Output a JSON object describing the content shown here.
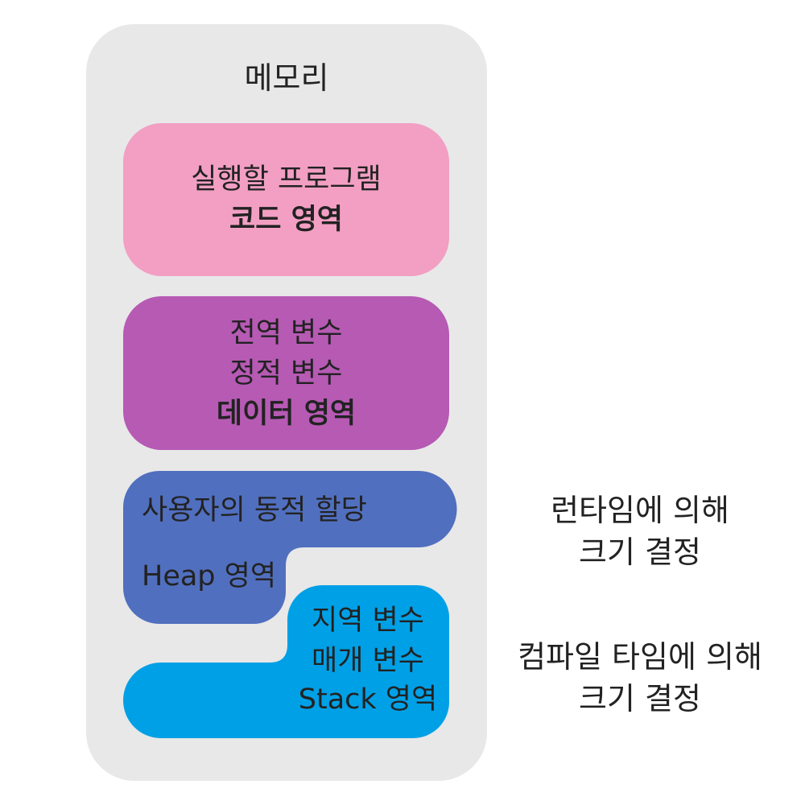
{
  "memory": {
    "title": "메모리"
  },
  "code": {
    "line1": "실행할 프로그램",
    "line2": "코드 영역",
    "color": "#f29fc3"
  },
  "data": {
    "line1": "전역 변수",
    "line2": "정적 변수",
    "line3": "데이터 영역",
    "color": "#b65ab4"
  },
  "heap": {
    "line1": "사용자의 동적 할당",
    "line2": "Heap 영역",
    "color": "#516fbf"
  },
  "stack": {
    "line1": "지역 변수",
    "line2": "매개 변수",
    "line3": "Stack 영역",
    "color": "#00a0e6"
  },
  "annotations": {
    "runtime_line1": "런타임에 의해",
    "runtime_line2": "크기 결정",
    "compile_line1": "컴파일 타임에 의해",
    "compile_line2": "크기 결정"
  }
}
